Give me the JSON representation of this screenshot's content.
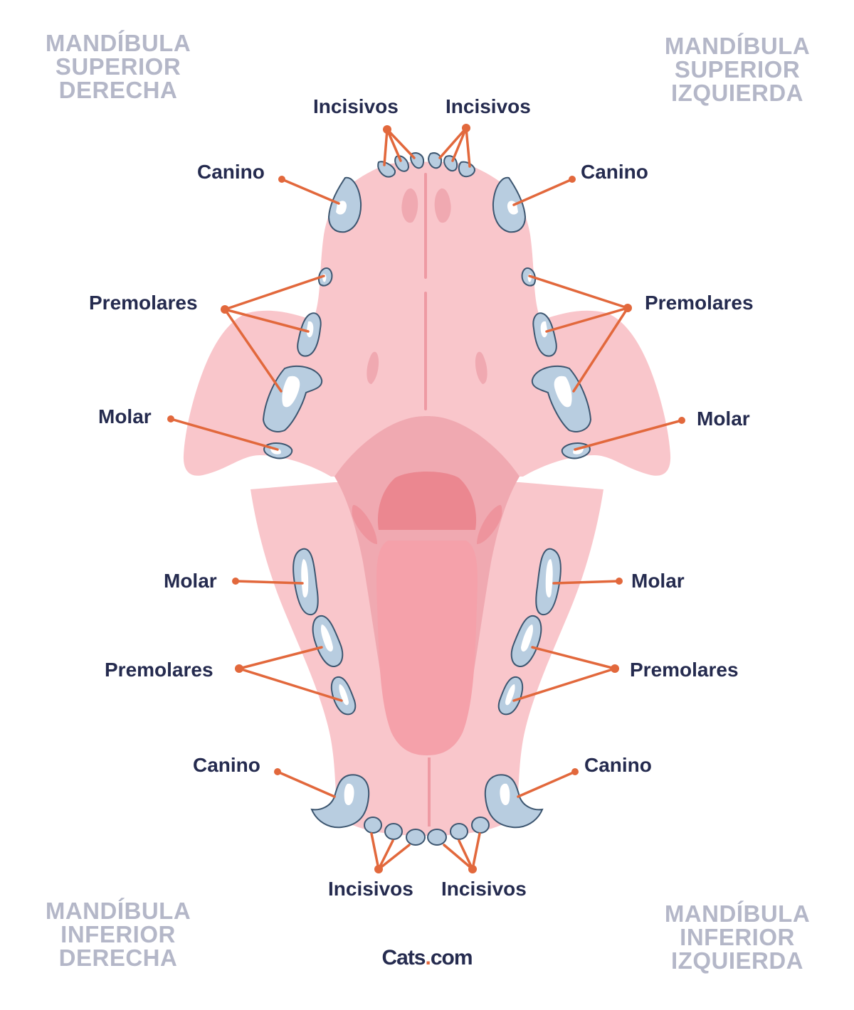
{
  "quadrants": {
    "upper_right_jaw": [
      "MANDÍBULA",
      "SUPERIOR",
      "DERECHA"
    ],
    "upper_left_jaw": [
      "MANDÍBULA",
      "SUPERIOR",
      "IZQUIERDA"
    ],
    "lower_right_jaw": [
      "MANDÍBULA",
      "INFERIOR",
      "DERECHA"
    ],
    "lower_left_jaw": [
      "MANDÍBULA",
      "INFERIOR",
      "IZQUIERDA"
    ]
  },
  "labels": {
    "upper_incisors_right": "Incisivos",
    "upper_incisors_left": "Incisivos",
    "upper_canine_right": "Canino",
    "upper_canine_left": "Canino",
    "upper_premolars_right": "Premolares",
    "upper_premolars_left": "Premolares",
    "upper_molar_right": "Molar",
    "upper_molar_left": "Molar",
    "lower_molar_right": "Molar",
    "lower_molar_left": "Molar",
    "lower_premolars_right": "Premolares",
    "lower_premolars_left": "Premolares",
    "lower_canine_right": "Canino",
    "lower_canine_left": "Canino",
    "lower_incisors_right": "Incisivos",
    "lower_incisors_left": "Incisivos"
  },
  "brand": {
    "name": "Cats",
    "dot": ".",
    "tld": "com"
  },
  "colors": {
    "tissue": "#f9c6cb",
    "palate_dark": "#f0a9b1",
    "throat": "#ee949d",
    "tongue": "#f5a1aa",
    "tooth_fill": "#b8cde0",
    "tooth_outline": "#3d5670",
    "leader_line": "#e2683c",
    "label_text": "#252b4f",
    "quadrant_text": "#b4b7c8"
  }
}
